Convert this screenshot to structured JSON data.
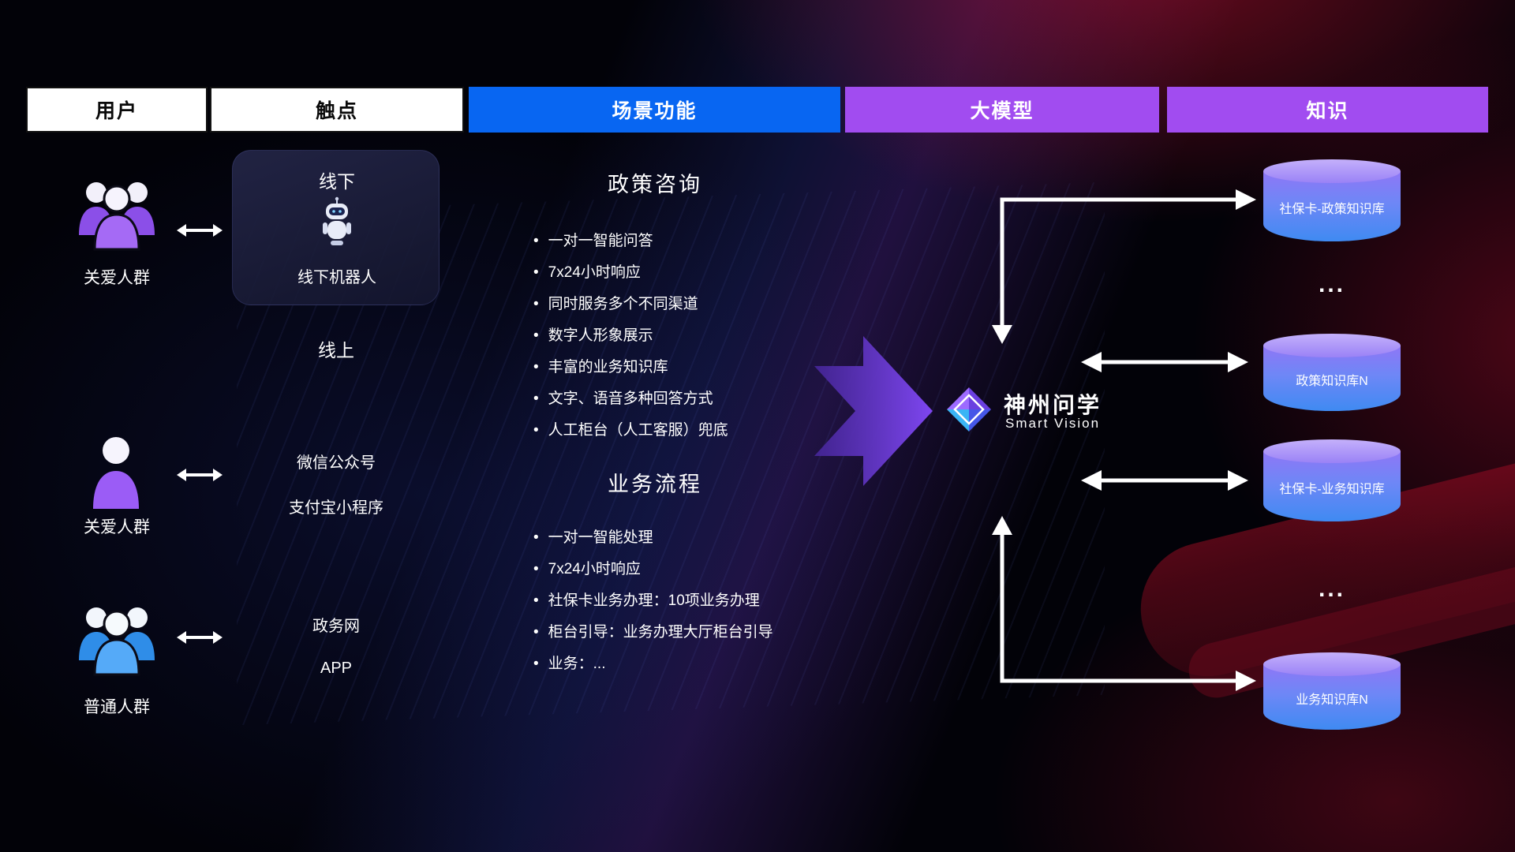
{
  "headers": [
    {
      "label": "用户",
      "style": "white"
    },
    {
      "label": "触点",
      "style": "white"
    },
    {
      "label": "场景功能",
      "style": "blue"
    },
    {
      "label": "大模型",
      "style": "purple"
    },
    {
      "label": "知识",
      "style": "purple"
    }
  ],
  "users": [
    {
      "label": "关爱人群",
      "icon": "group-people-purple-icon"
    },
    {
      "label": "关爱人群",
      "icon": "single-person-purple-icon"
    },
    {
      "label": "普通人群",
      "icon": "group-people-blue-icon"
    }
  ],
  "touchpoints": {
    "offline_title": "线下",
    "offline_robot_label": "线下机器人",
    "online_title": "线上",
    "channels": [
      "微信公众号",
      "支付宝小程序",
      "政务网",
      "APP"
    ]
  },
  "scene": {
    "policy": {
      "title": "政策咨询",
      "bullets": [
        "一对一智能问答",
        "7x24小时响应",
        "同时服务多个不同渠道",
        "数字人形象展示",
        "丰富的业务知识库",
        "文字、语音多种回答方式",
        "人工柜台（人工客服）兜底"
      ]
    },
    "business": {
      "title": "业务流程",
      "bullets": [
        "一对一智能处理",
        "7x24小时响应",
        "社保卡业务办理：10项业务办理",
        "柜台引导：业务办理大厅柜台引导",
        "业务：..."
      ]
    }
  },
  "model": {
    "name": "神州问学",
    "subtitle": "Smart Vision",
    "logo_icon": "diamond-logo-icon"
  },
  "knowledge": {
    "cylinders": [
      "社保卡-政策知识库",
      "政策知识库N",
      "社保卡-业务知识库",
      "业务知识库N"
    ],
    "ellipsis": "..."
  },
  "colors": {
    "header_blue": "#0866f2",
    "header_purple": "#a14cf0",
    "cylinder_top": "#c4b0fb",
    "cylinder_bottom": "#3f8af2",
    "big_arrow_purple": "#7e46f0",
    "user_purple": "#9b5cf6",
    "user_blue": "#46a0f7",
    "bg_red_glow": "#c31230",
    "arrow_white": "#ffffff"
  }
}
